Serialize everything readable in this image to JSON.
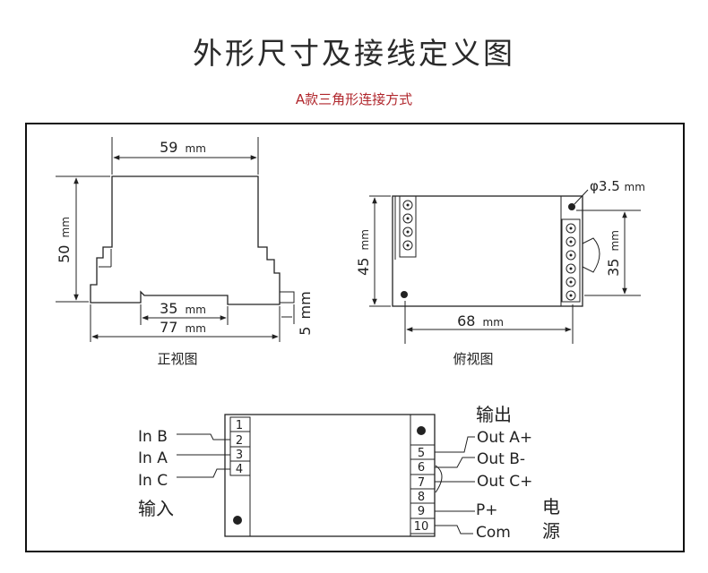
{
  "header": {
    "title": "外形尺寸及接线定义图",
    "subtitle": "A款三角形连接方式"
  },
  "front_view": {
    "label": "正视图",
    "dim_width": "59",
    "dim_height": "50",
    "dim_rail_inner": "35",
    "dim_rail_outer": "77",
    "dim_tab": "5",
    "unit": "mm"
  },
  "top_view": {
    "label": "俯视图",
    "dim_height": "45",
    "dim_length": "68",
    "dim_hole_spacing": "35",
    "hole_diameter": "φ3.5",
    "unit": "mm"
  },
  "wiring": {
    "terminals": [
      "1",
      "2",
      "3",
      "4",
      "5",
      "6",
      "7",
      "8",
      "9",
      "10"
    ],
    "inputs": [
      "In B",
      "In A",
      "In C"
    ],
    "input_group": "输入",
    "outputs": [
      "Out A+",
      "Out B-",
      "Out C+"
    ],
    "output_group": "输出",
    "power": [
      "P+",
      "Com"
    ],
    "power_group_1": "电",
    "power_group_2": "源"
  }
}
